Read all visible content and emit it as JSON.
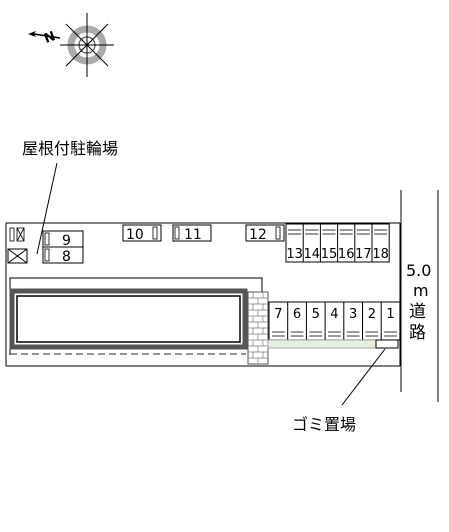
{
  "compass": {
    "north_letter": "N",
    "icon": "compass-rose-icon"
  },
  "labels": {
    "bicycle_parking": "屋根付駐輪場",
    "garbage": "ゴミ置場",
    "road_width": "5.0",
    "road_unit": "m",
    "road_word_1": "道",
    "road_word_2": "路"
  },
  "parking": {
    "top_left": [
      "9",
      "8"
    ],
    "top_row": [
      "10",
      "11",
      "12"
    ],
    "upper_right": [
      "13",
      "14",
      "15",
      "16",
      "17",
      "18"
    ],
    "lower_right": [
      "7",
      "6",
      "5",
      "4",
      "3",
      "2",
      "1"
    ]
  },
  "colors": {
    "line": "#000000",
    "green_strip": "#e4f0de",
    "building_fill": "#ffffff",
    "building_border": "#555555",
    "brick": "#888888"
  }
}
